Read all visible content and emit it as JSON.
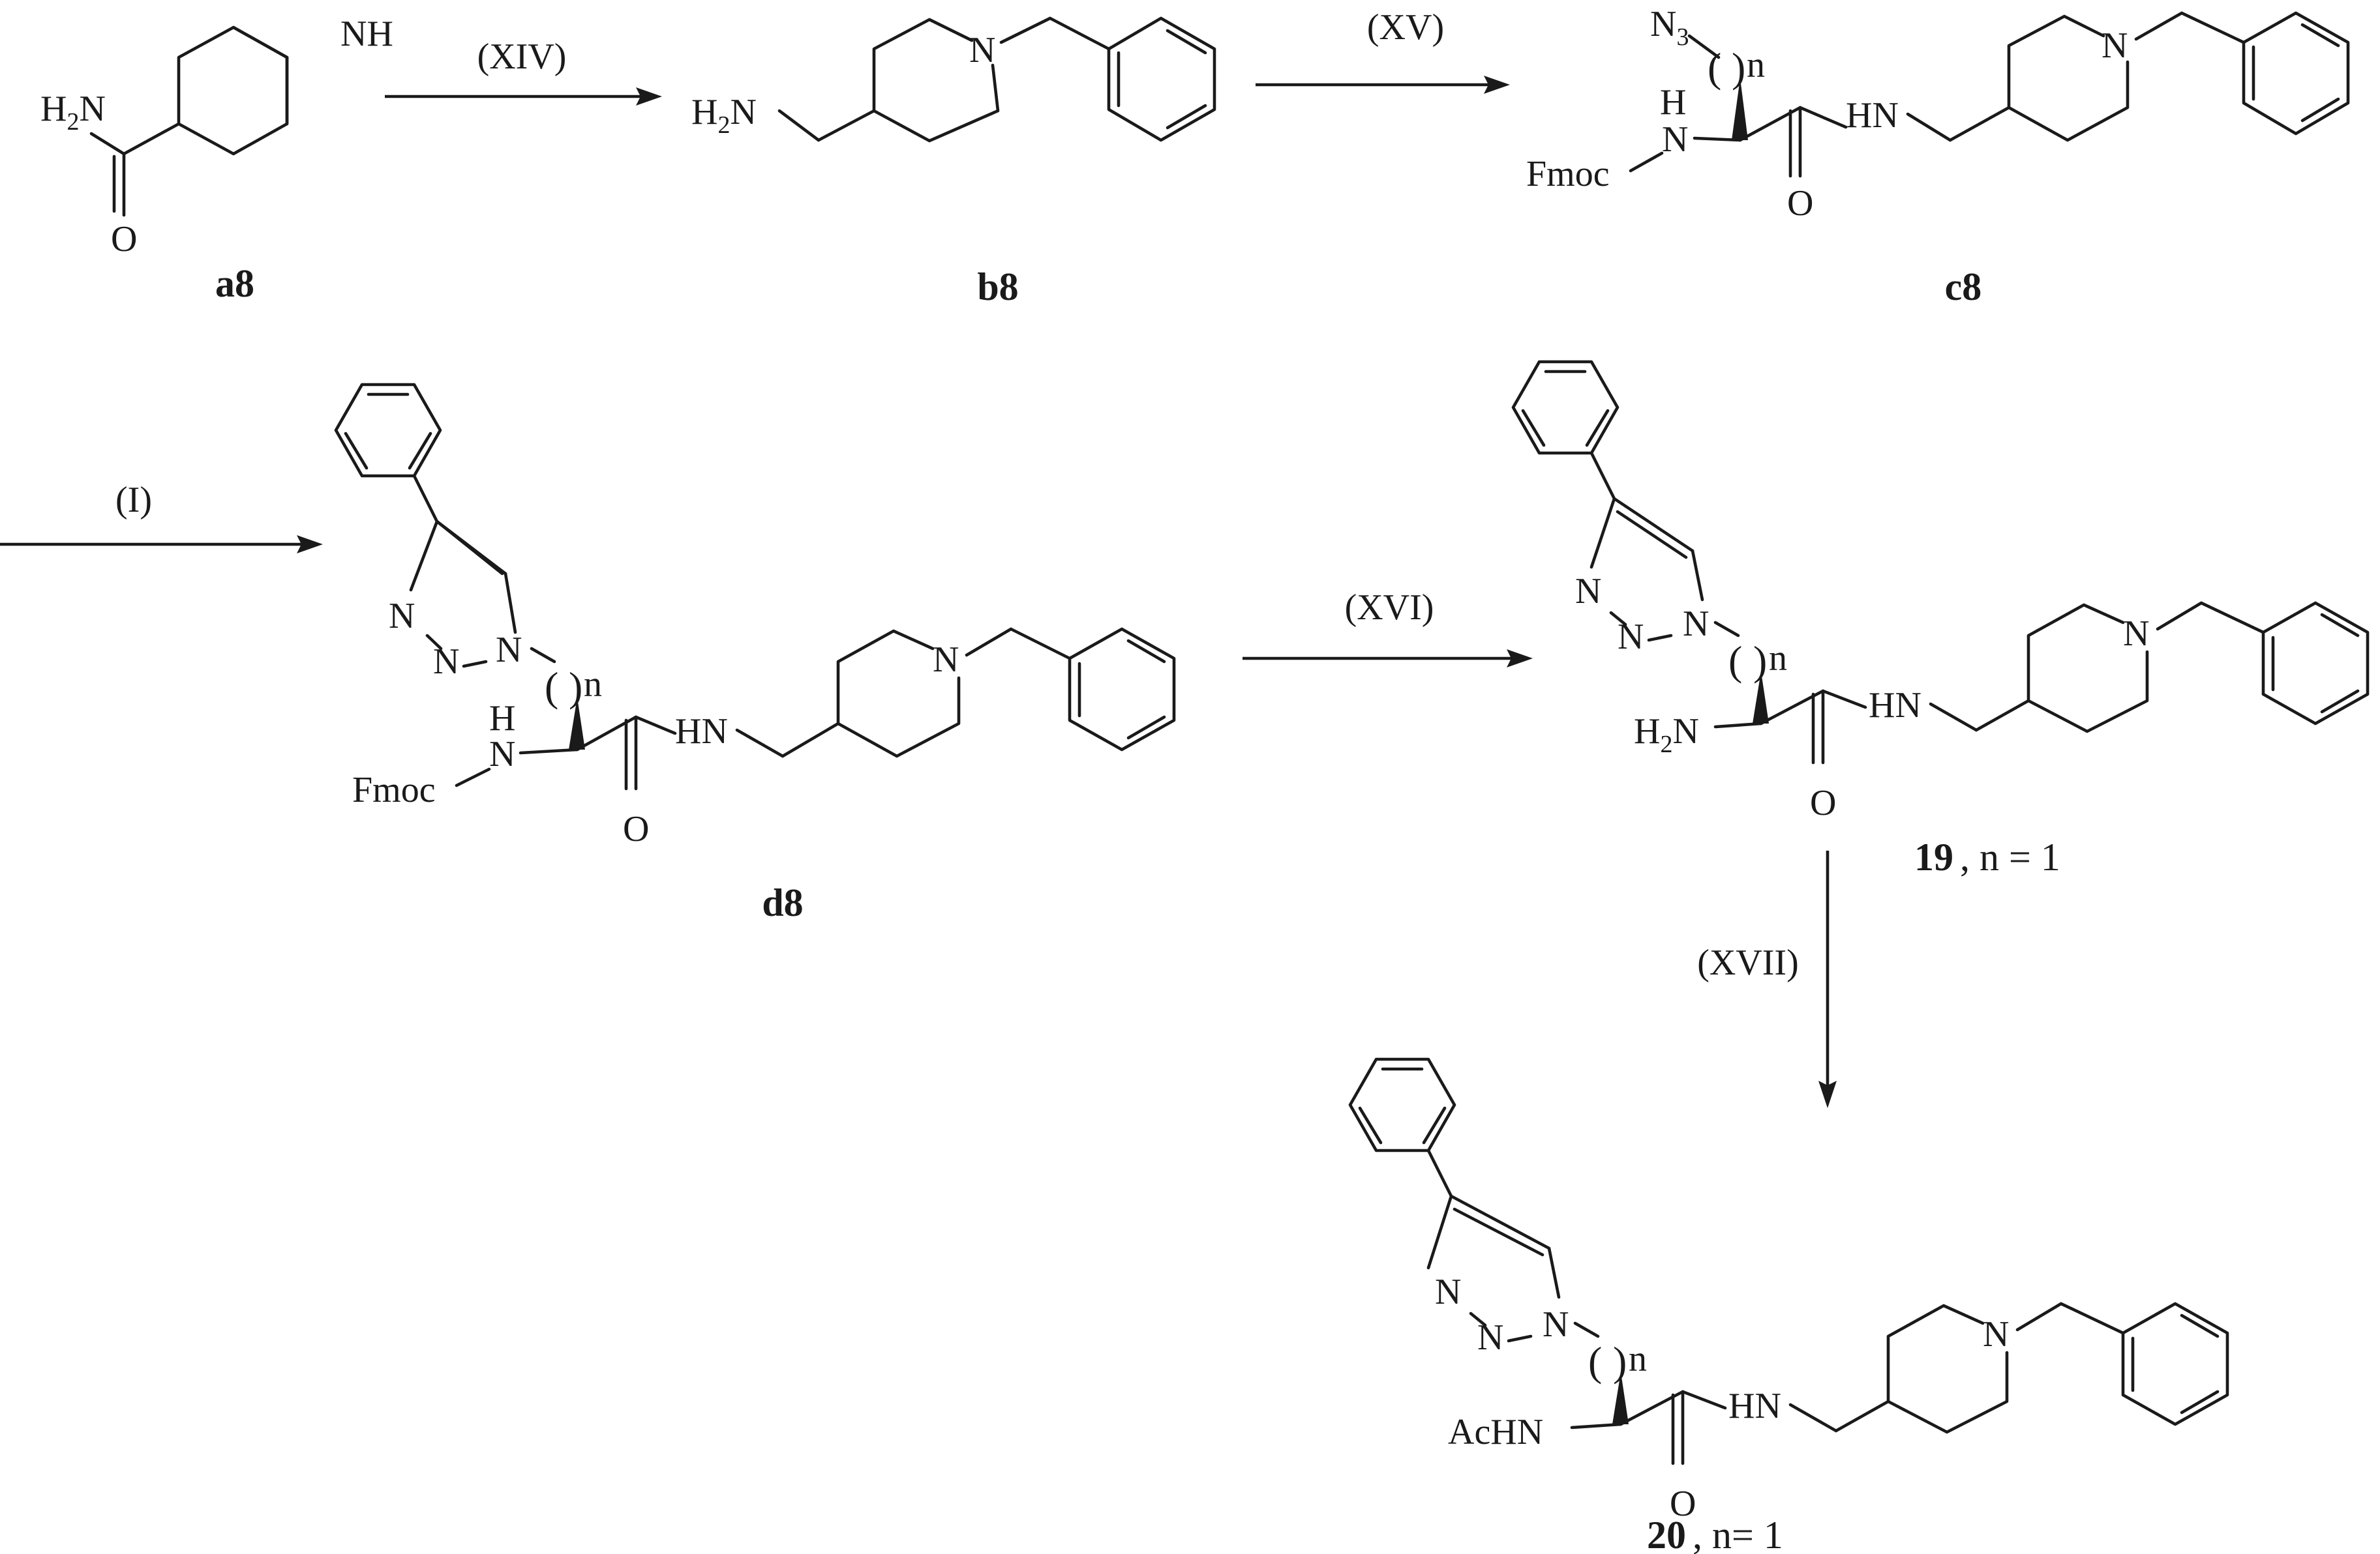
{
  "reactions": {
    "step_XIV": "(XIV)",
    "step_XV": "(XV)",
    "step_I": "(I)",
    "step_XVI": "(XVI)",
    "step_XVII": "(XVII)"
  },
  "compounds": {
    "a8": {
      "id": "a8"
    },
    "b8": {
      "id": "b8"
    },
    "c8": {
      "id": "c8"
    },
    "d8": {
      "id": "d8"
    },
    "c19": {
      "id": "19",
      "note": ", n = 1"
    },
    "c20": {
      "id": "20",
      "note": ", n= 1"
    }
  },
  "atoms": {
    "nh": "NH",
    "n": "N",
    "h": "H",
    "hn": "HN",
    "o": "O",
    "amide_h2n": "H2N",
    "fmoc": "Fmoc",
    "achn": "AcHN",
    "azide": "N3",
    "index_n": "n"
  }
}
